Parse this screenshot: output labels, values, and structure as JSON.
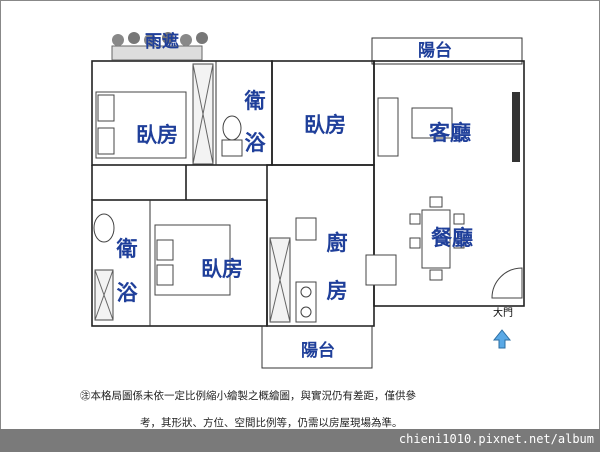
{
  "rooms": {
    "top_balcony": "陽台",
    "bottom_balcony": "陽台",
    "rain_cover": "雨遮",
    "bedroom_1": "臥房",
    "bedroom_2": "臥房",
    "bedroom_3": "臥房",
    "bath_1": [
      "衛",
      "浴"
    ],
    "bath_2": [
      "衛",
      "浴"
    ],
    "living": "客廳",
    "dining": "餐廳",
    "kitchen": [
      "廚",
      "房"
    ],
    "entrance": "大門"
  },
  "notes": {
    "line1": "㊟本格局圖係未依一定比例縮小繪製之概繪圖，與實況仍有差距，僅供參",
    "line2": "考，其形狀、方位、空間比例等，仍需以房屋現場為準。"
  },
  "footer": {
    "url": "chieni1010.pixnet.net/album"
  },
  "colors": {
    "label": "#1f3f9a",
    "entrance_arrow": "#5aa9e6",
    "footer_bar": "#7a7a7a"
  }
}
